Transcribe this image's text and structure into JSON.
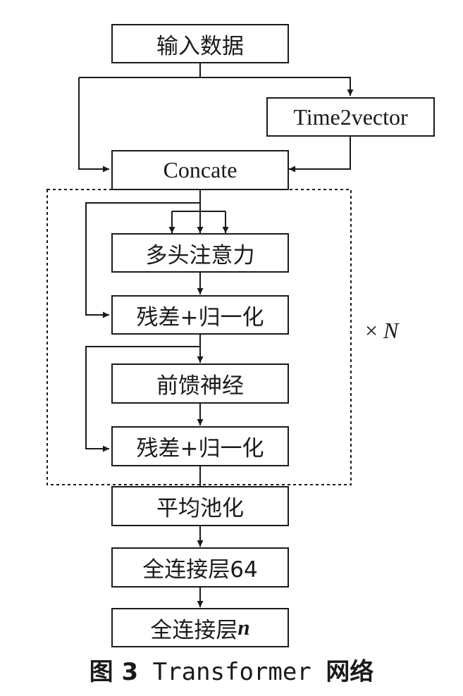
{
  "nodes": {
    "input": "输入数据",
    "time2vector": "Time2vector",
    "concate": "Concate",
    "multi_head_attention": "多头注意力",
    "residual_norm_1": "残差+归一化",
    "feed_forward": "前馈神经",
    "residual_norm_2": "残差+归一化",
    "avg_pool": "平均池化",
    "dense_64": "全连接层64",
    "dense_n_prefix": "全连接层",
    "dense_n_var": "n"
  },
  "repeat": {
    "symbol": "×",
    "var": "N"
  },
  "caption": {
    "prefix": "图 3",
    "model": "Transformer",
    "suffix": "网络"
  }
}
